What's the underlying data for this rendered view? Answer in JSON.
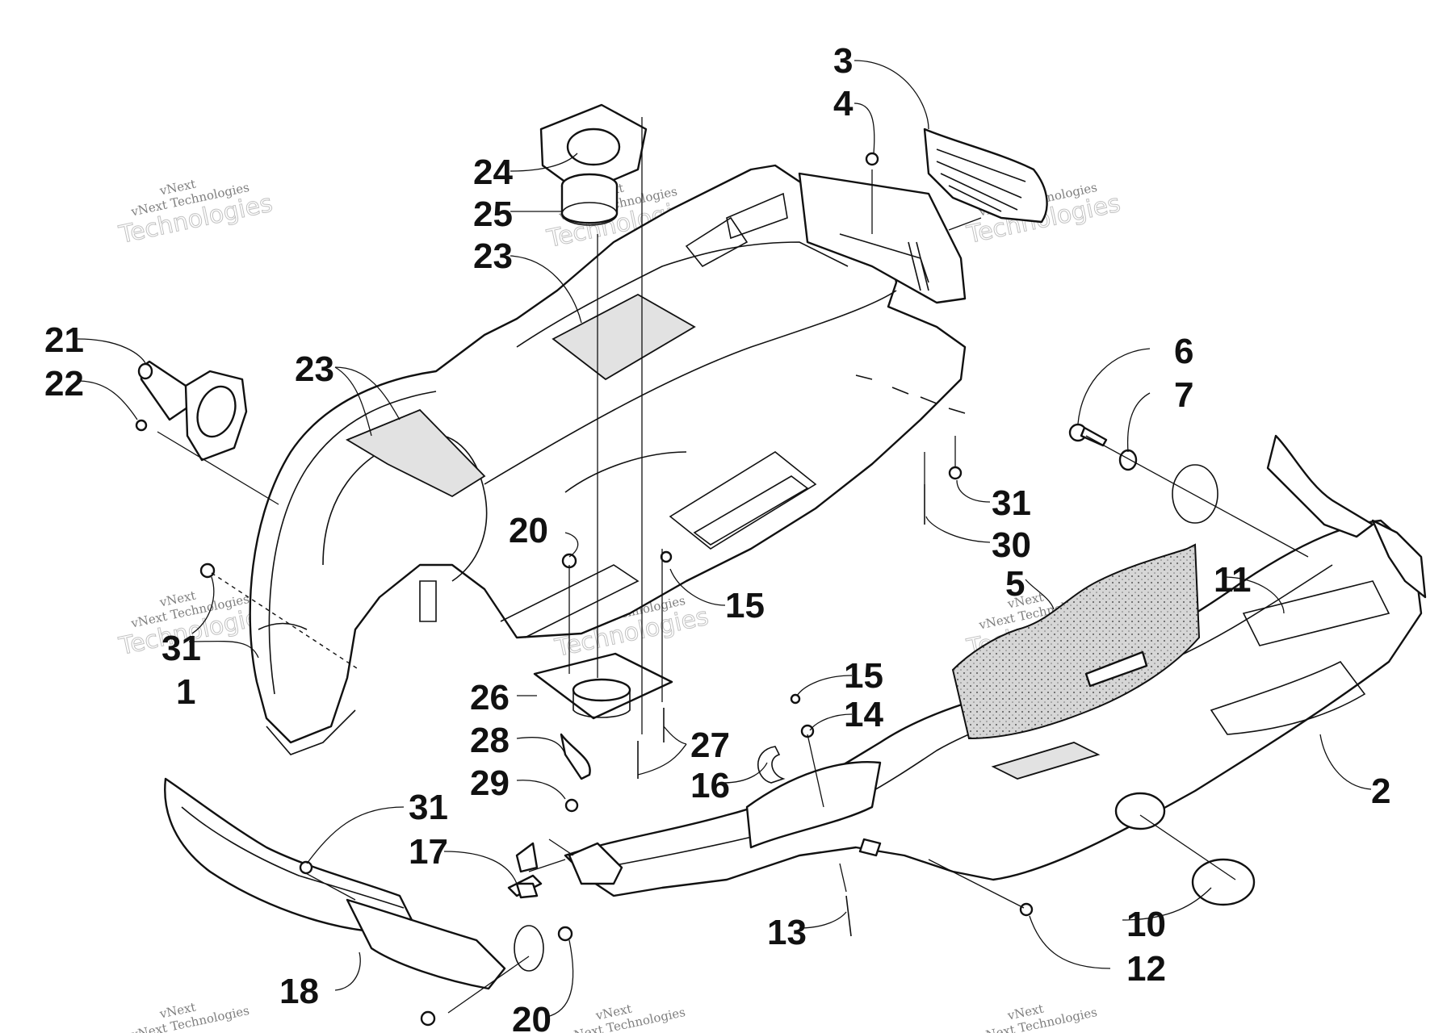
{
  "watermark": {
    "line1": "vNext",
    "line2": "vNext Technologies",
    "line3": "Technologies"
  },
  "callouts": {
    "c1": "1",
    "c2": "2",
    "c3": "3",
    "c4": "4",
    "c5": "5",
    "c6": "6",
    "c7": "7",
    "c10": "10",
    "c11": "11",
    "c12": "12",
    "c13": "13",
    "c14": "14",
    "c15a": "15",
    "c15b": "15",
    "c16": "16",
    "c17": "17",
    "c18": "18",
    "c20a": "20",
    "c20b": "20",
    "c21": "21",
    "c22": "22",
    "c23a": "23",
    "c23b": "23",
    "c24": "24",
    "c25": "25",
    "c26": "26",
    "c27": "27",
    "c28": "28",
    "c29": "29",
    "c30": "30",
    "c31a": "31",
    "c31b": "31",
    "c31c": "31"
  }
}
